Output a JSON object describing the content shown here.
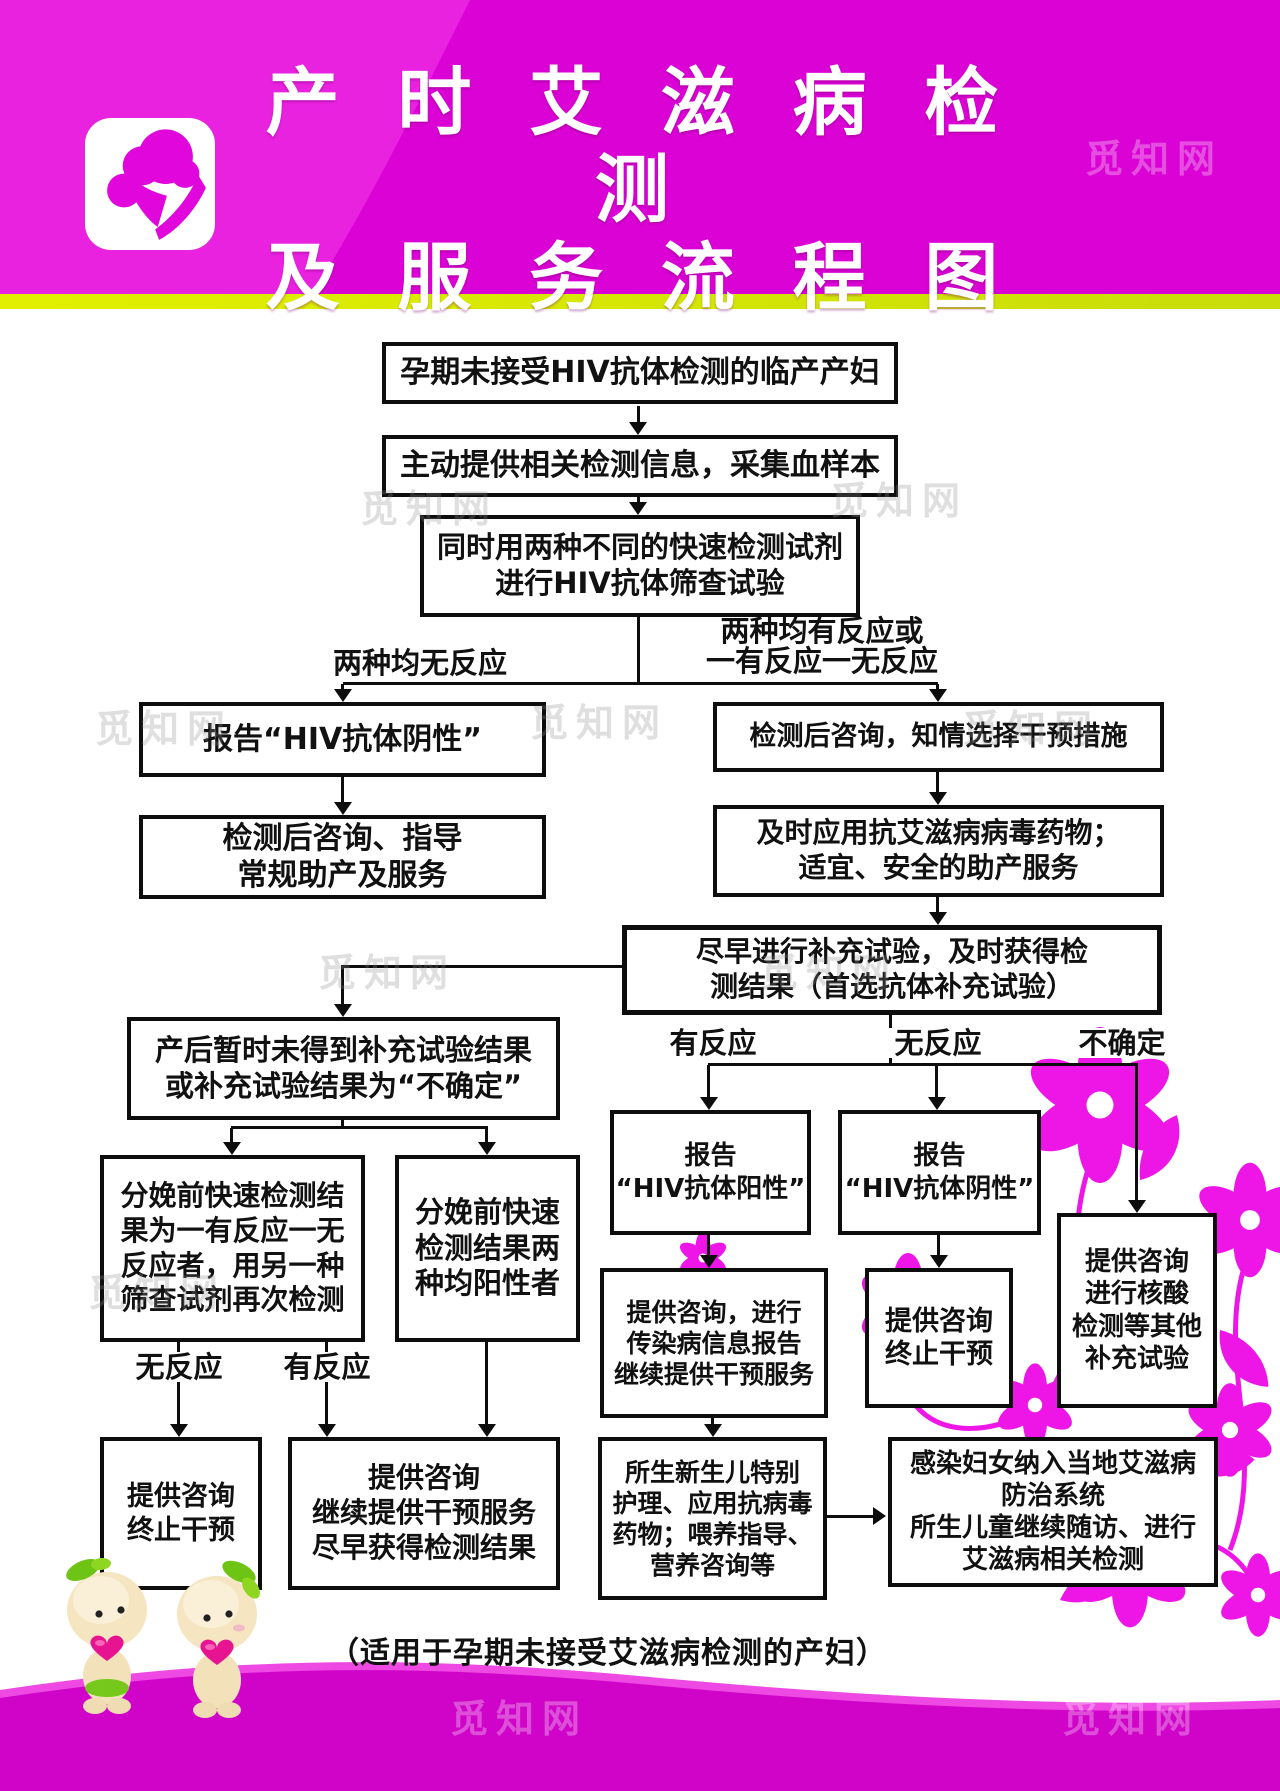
{
  "header": {
    "title_line1": "产 时 艾 滋 病 检 测",
    "title_line2": "及 服 务 流 程 图",
    "logo": "mother-child-logo"
  },
  "colors": {
    "header_magenta": "#da02d4",
    "accent_band": "#cde10e",
    "wave_magenta": "#d004c9",
    "flower_magenta": "#ee16e6",
    "box_border": "#0d0d0d"
  },
  "flow": {
    "nodes": [
      {
        "id": "laboring-women-untested",
        "lines": [
          "孕期未接受HIV抗体检测的临产产妇"
        ]
      },
      {
        "id": "provide-info-collect-blood",
        "lines": [
          "主动提供相关检测信息，采集血样本"
        ]
      },
      {
        "id": "dual-rapid-screening",
        "lines": [
          "同时用两种不同的快速检测试剂",
          "进行HIV抗体筛查试验"
        ]
      },
      {
        "id": "report-hiv-negative",
        "lines": [
          "报告“HIV抗体阴性”"
        ]
      },
      {
        "id": "posttest-counsel-midwifery",
        "lines": [
          "检测后咨询、指导",
          "常规助产及服务"
        ]
      },
      {
        "id": "posttest-counsel-intervention",
        "lines": [
          "检测后咨询，知情选择干预措施"
        ]
      },
      {
        "id": "antiviral-safe-midwifery",
        "lines": [
          "及时应用抗艾滋病病毒药物；",
          "适宜、安全的助产服务"
        ]
      },
      {
        "id": "supplementary-test-asap",
        "lines": [
          "尽早进行补充试验，及时获得检",
          "测结果（首选抗体补充试验）"
        ]
      },
      {
        "id": "postpartum-result-pending",
        "lines": [
          "产后暂时未得到补充试验结果",
          "或补充试验结果为“不确定”"
        ]
      },
      {
        "id": "retest-discordant",
        "lines": [
          "分娩前快速检测结",
          "果为一有反应一无",
          "反应者，用另一种",
          "筛查试剂再次检测"
        ]
      },
      {
        "id": "both-positive",
        "lines": [
          "分娩前快速",
          "检测结果两",
          "种均阳性者"
        ]
      },
      {
        "id": "report-hiv-positive-2",
        "lines": [
          "报告",
          "“HIV抗体阳性”"
        ]
      },
      {
        "id": "report-hiv-negative-2",
        "lines": [
          "报告",
          "“HIV抗体阴性”"
        ]
      },
      {
        "id": "nat-supplementary",
        "lines": [
          "提供咨询",
          "进行核酸",
          "检测等其他",
          "补充试验"
        ]
      },
      {
        "id": "counsel-stop-intervention-left",
        "lines": [
          "提供咨询",
          "终止干预"
        ]
      },
      {
        "id": "counsel-continue-intervention",
        "lines": [
          "提供咨询",
          "继续提供干预服务",
          "尽早获得检测结果"
        ]
      },
      {
        "id": "counsel-disease-report",
        "lines": [
          "提供咨询，进行",
          "传染病信息报告",
          "继续提供干预服务"
        ]
      },
      {
        "id": "counsel-stop-intervention-right",
        "lines": [
          "提供咨询",
          "终止干预"
        ]
      },
      {
        "id": "newborn-special-care",
        "lines": [
          "所生新生儿特别",
          "护理、应用抗病毒",
          "药物；喂养指导、",
          "营养咨询等"
        ]
      },
      {
        "id": "women-into-prevention-system",
        "lines": [
          "感染妇女纳入当地艾滋病",
          "防治系统",
          "所生儿童继续随访、进行",
          "艾滋病相关检测"
        ]
      }
    ],
    "branch_labels": {
      "both_nonreactive": "两种均无反应",
      "reactive_line1": "两种均有反应或",
      "reactive_line2": "一有反应一无反应",
      "reactive": "有反应",
      "nonreactive": "无反应",
      "uncertain": "不确定",
      "nonreactive2": "无反应",
      "reactive2": "有反应"
    }
  },
  "caption": "（适用于孕期未接受艾滋病检测的产妇）",
  "watermark_text": "觅知网"
}
